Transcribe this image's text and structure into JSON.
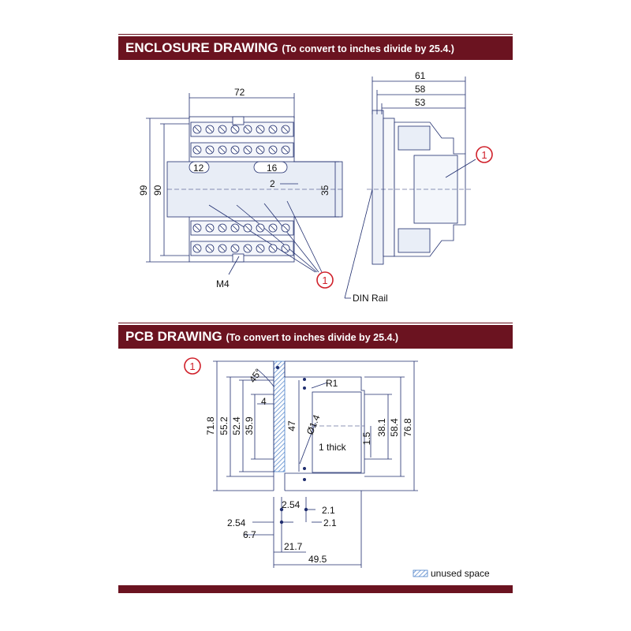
{
  "enclosure": {
    "title": "ENCLOSURE DRAWING",
    "subtitle": "(To convert to inches divide by 25.4.)",
    "front": {
      "width": "72",
      "height_outer": "99",
      "height_inner": "90",
      "slot_left": "12",
      "slot_right": "16",
      "gap": "2",
      "rail_height": "35",
      "screw": "M4"
    },
    "side": {
      "depth_1": "61",
      "depth_2": "58",
      "depth_3": "53",
      "rail_label": "DIN Rail"
    },
    "callout": "1"
  },
  "pcb": {
    "title": "PCB DRAWING",
    "subtitle": "(To convert to inches divide by 25.4.)",
    "callout": "1",
    "dims": {
      "h1": "71.8",
      "h2": "55.2",
      "h3": "52.4",
      "h4": "35.9",
      "h5": "47",
      "h6": "38.1",
      "h7": "58.4",
      "h8": "76.8",
      "thick_dim": "1.5",
      "angle": "45°",
      "radius": "R1",
      "hole": "Ø1.4",
      "offset": "4",
      "p1": "2.54",
      "p2": "2.1",
      "p3": "2.54",
      "p4": "2.1",
      "p5": "6.7",
      "w1": "21.7",
      "w2": "49.5"
    },
    "thickness": "1 thick",
    "legend": "unused space"
  },
  "colors": {
    "band": "#6b1320",
    "line": "#1f2d6e",
    "callout": "#d0202a",
    "hatch": "#4a7fc8"
  }
}
